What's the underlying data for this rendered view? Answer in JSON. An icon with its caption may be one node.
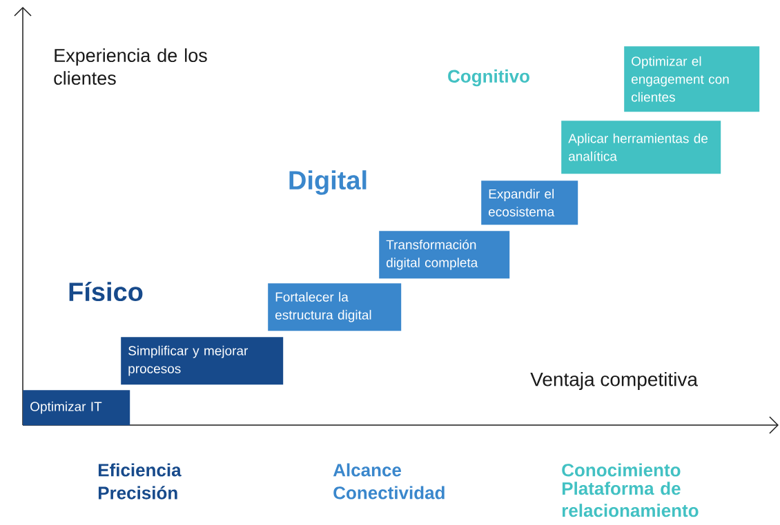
{
  "diagram": {
    "nodes": [
      {
        "text": [
          "Optimizar IT"
        ]
      },
      {
        "text": [
          "Simplificar y mejorar procesos"
        ]
      },
      {
        "text": [
          "Fortalecer la estructura digital"
        ]
      },
      {
        "text": [
          "Transformación digital completa"
        ]
      },
      {
        "text": [
          "Expandir el ecosistema"
        ]
      },
      {
        "text": [
          "Aplicar herramientas de analítica"
        ]
      },
      {
        "text": [
          "Optimizar el engagement con clientes"
        ]
      }
    ],
    "labels": [
      "Experiencia de los clientes",
      "Cognitivo",
      "Digital",
      "Físico",
      "Ventaja competitiva",
      "Eficiencia",
      "Precisión",
      "Alcance",
      "Conectividad",
      "Conocimiento",
      "Plataforma de relacionamiento"
    ]
  }
}
